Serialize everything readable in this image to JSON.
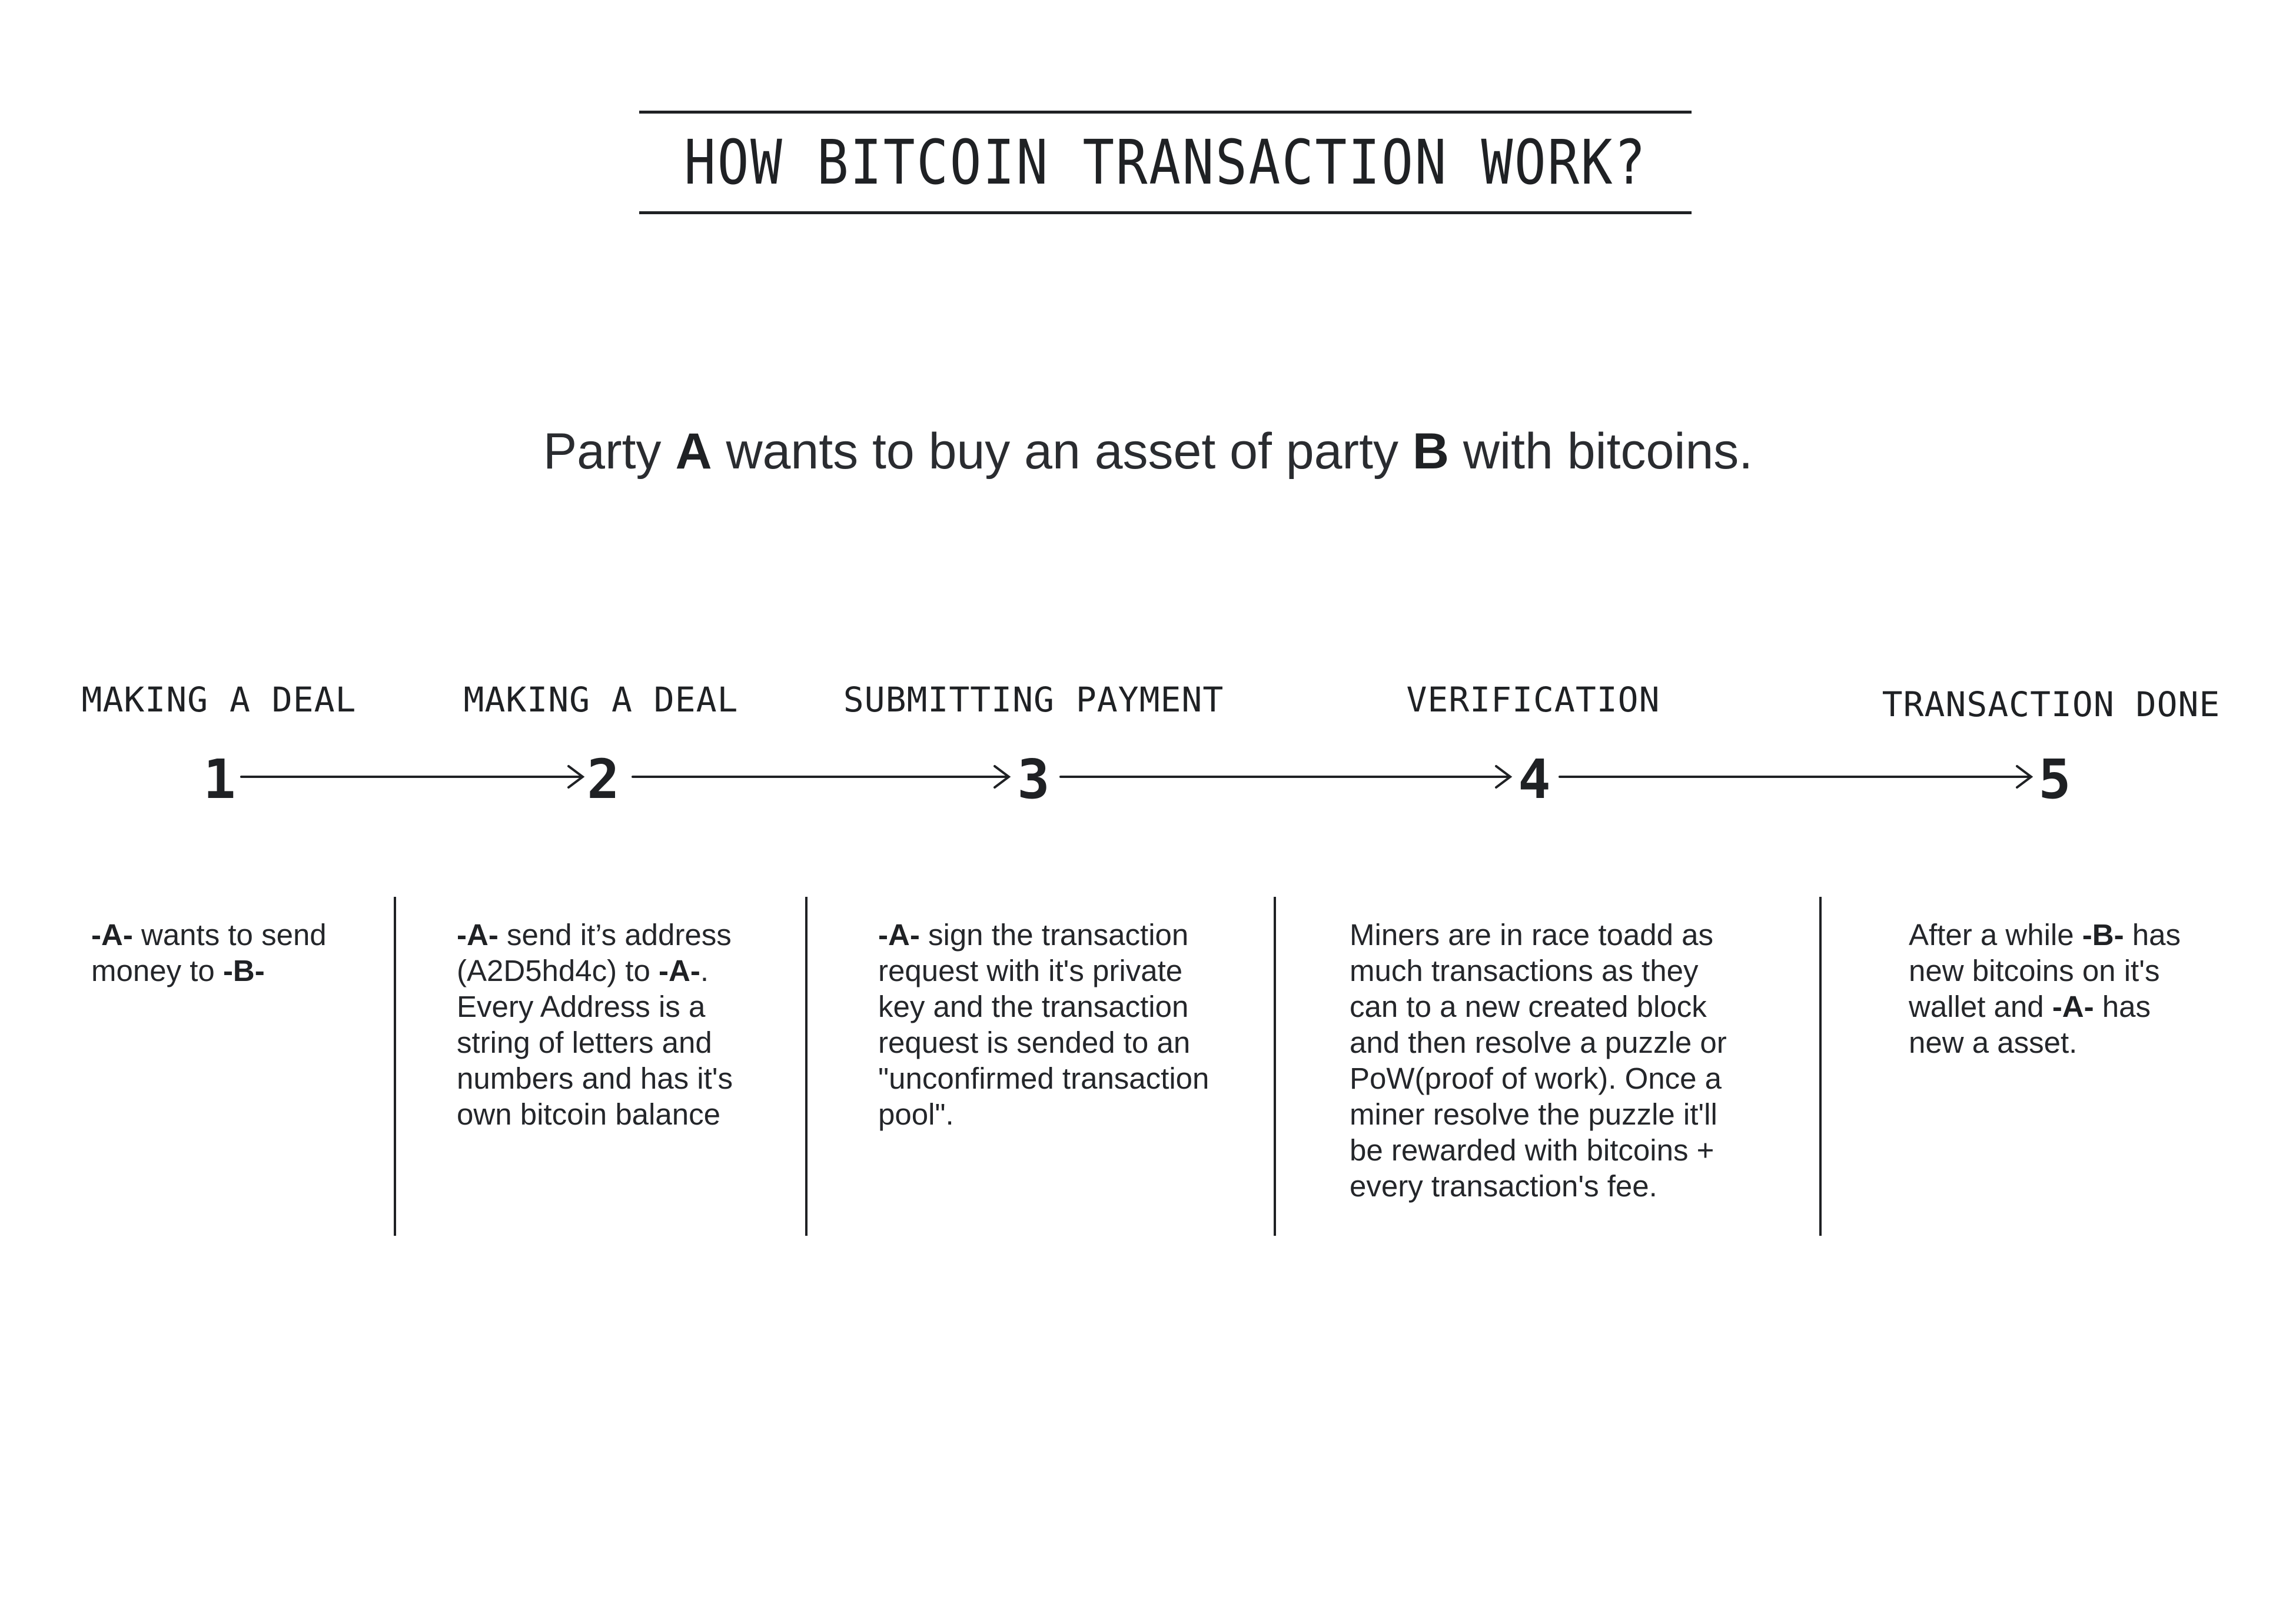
{
  "title": "HOW BITCOIN TRANSACTION WORK?",
  "subtitle": {
    "p1": "Party ",
    "b1": "A",
    "p2": " wants to buy an asset of party ",
    "b2": "B",
    "p3": " with bitcoins."
  },
  "steps": [
    {
      "number": "1",
      "label": "MAKING A DEAL",
      "desc": [
        [
          {
            "b": "-A-"
          },
          {
            "t": " wants to send"
          }
        ],
        [
          {
            "t": "money to "
          },
          {
            "b": "-B-"
          }
        ]
      ]
    },
    {
      "number": "2",
      "label": "MAKING A DEAL",
      "desc": [
        [
          {
            "t": " "
          },
          {
            "b": "-A-"
          },
          {
            "t": " send it’s address"
          }
        ],
        [
          {
            "t": "(A2D5hd4c) to "
          },
          {
            "b": "-A-"
          },
          {
            "t": "."
          }
        ],
        [
          {
            "t": "Every Address is a"
          }
        ],
        [
          {
            "t": "string of letters and"
          }
        ],
        [
          {
            "t": "numbers and has it's"
          }
        ],
        [
          {
            "t": "own bitcoin balance"
          }
        ]
      ]
    },
    {
      "number": "3",
      "label": "SUBMITTING PAYMENT",
      "desc": [
        [
          {
            "t": " "
          },
          {
            "b": "-A-"
          },
          {
            "t": " sign the transaction"
          }
        ],
        [
          {
            "t": "request with it's private"
          }
        ],
        [
          {
            "t": "key and the transaction"
          }
        ],
        [
          {
            "t": "request is sended to an"
          }
        ],
        [
          {
            "t": "\"unconfirmed transaction"
          }
        ],
        [
          {
            "t": "pool\"."
          }
        ]
      ]
    },
    {
      "number": "4",
      "label": "VERIFICATION",
      "desc": [
        [
          {
            "t": "Miners are in race toadd as"
          }
        ],
        [
          {
            "t": "much transactions as they"
          }
        ],
        [
          {
            "t": "can to a new created block"
          }
        ],
        [
          {
            "t": "and then resolve a puzzle or"
          }
        ],
        [
          {
            "t": "PoW(proof of work). Once a"
          }
        ],
        [
          {
            "t": "miner resolve the puzzle it'll"
          }
        ],
        [
          {
            "t": "be rewarded with bitcoins +"
          }
        ],
        [
          {
            "t": "every transaction's fee."
          }
        ]
      ]
    },
    {
      "number": "5",
      "label": "TRANSACTION DONE",
      "desc": [
        [
          {
            "t": "After a while "
          },
          {
            "b": "-B-"
          },
          {
            "t": " has"
          }
        ],
        [
          {
            "t": "new bitcoins on it's"
          }
        ],
        [
          {
            "t": "wallet and "
          },
          {
            "b": "-A-"
          },
          {
            "t": " has"
          }
        ],
        [
          {
            "t": "new a asset."
          }
        ]
      ]
    }
  ]
}
